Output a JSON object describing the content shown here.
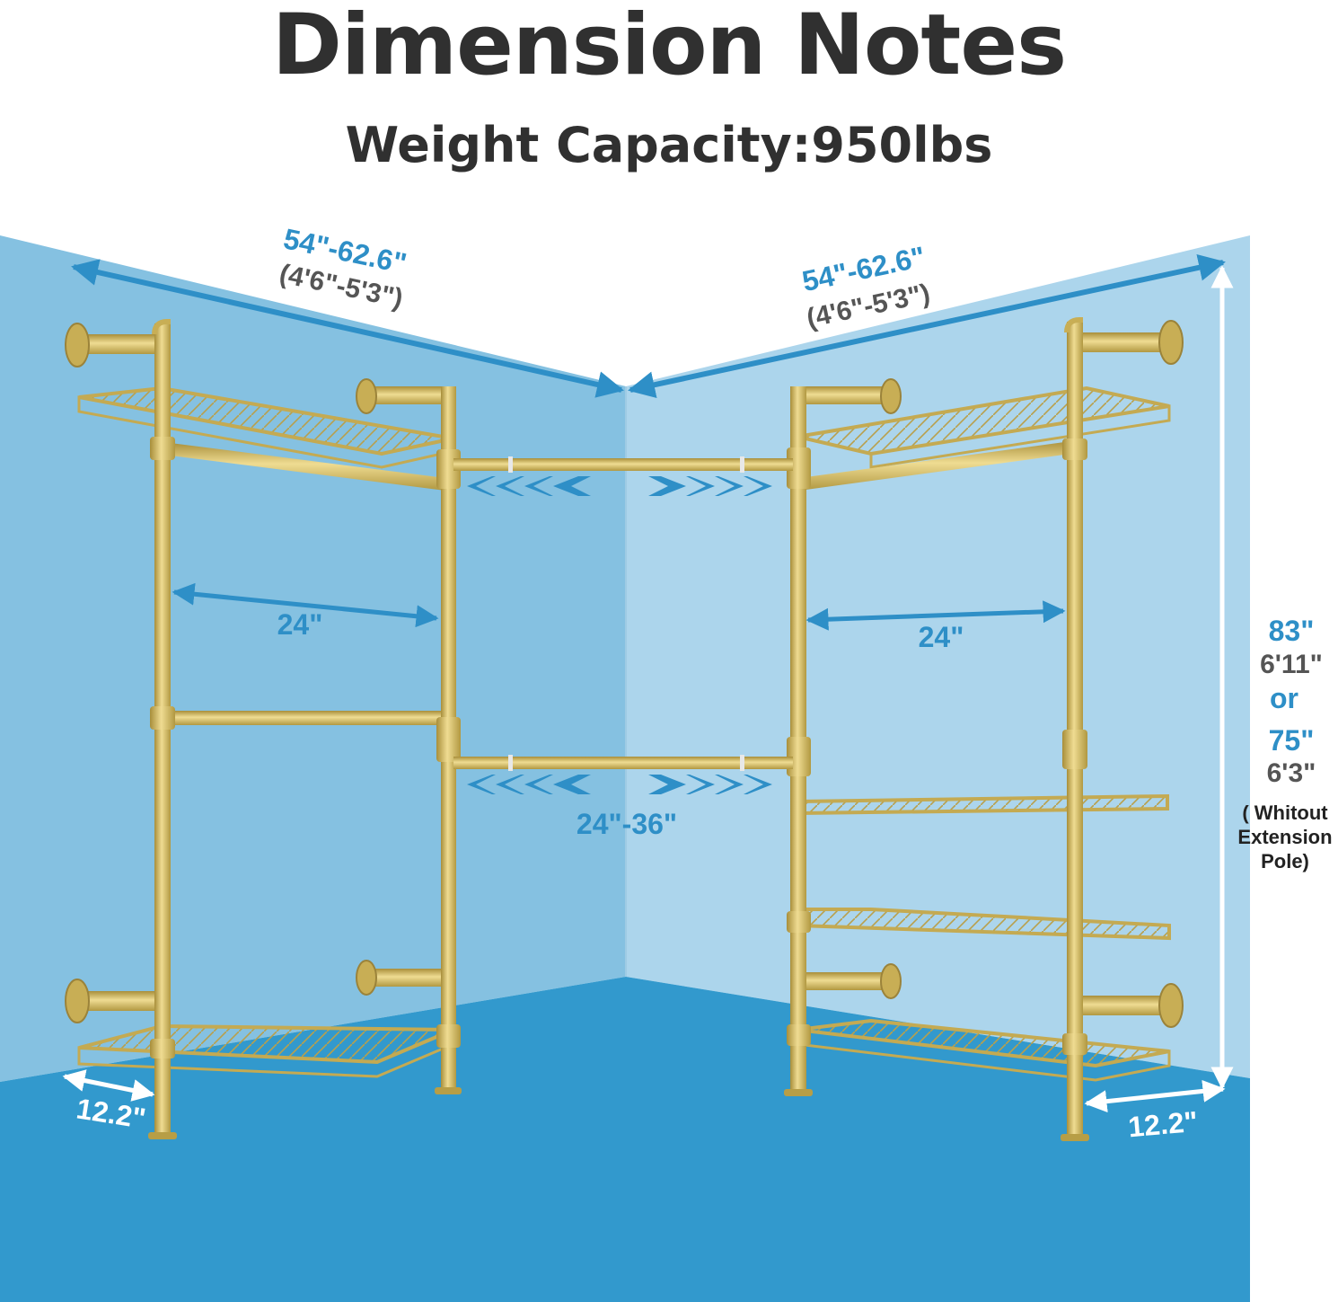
{
  "title": "Dimension Notes",
  "subtitle": "Weight Capacity:950lbs",
  "colors": {
    "left_wall": "#85c1e1",
    "right_wall": "#acd5ec",
    "floor": "#3299cd",
    "frame_gold": "#cbb25a",
    "dimension_blue": "#2e8fc7",
    "dimension_grey": "#555555"
  },
  "dimensions": {
    "left_width": {
      "inches": "54\"-62.6\"",
      "feet": "(4'6\"-5'3\")"
    },
    "right_width": {
      "inches": "54\"-62.6\"",
      "feet": "(4'6\"-5'3\")"
    },
    "left_bay_width": "24\"",
    "right_bay_width": "24\"",
    "corner_rod_span": "24\"-36\"",
    "left_depth": "12.2\"",
    "right_depth": "12.2\"",
    "height": {
      "tall_in": "83\"",
      "tall_ft": "6'11\"",
      "or": "or",
      "short_in": "75\"",
      "short_ft": "6'3\"",
      "note_line1": "( Whitout",
      "note_line2": "Extension",
      "note_line3": "Pole)"
    }
  },
  "icons": [
    "double-arrow-icon",
    "chevron-left-icon",
    "chevron-right-icon"
  ]
}
